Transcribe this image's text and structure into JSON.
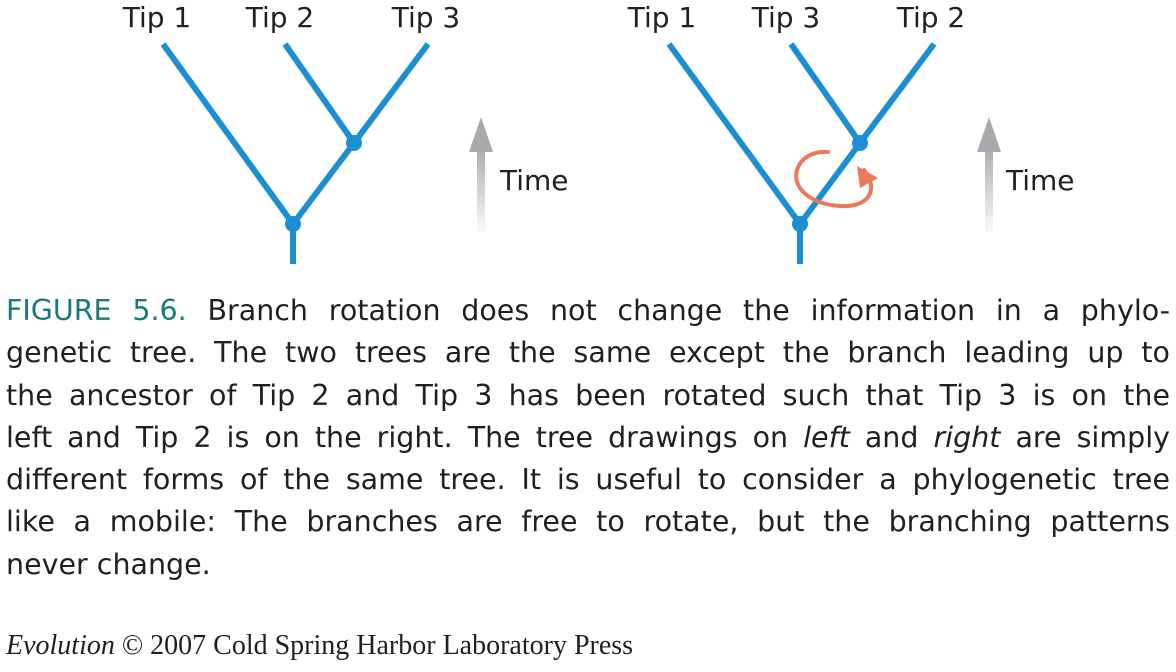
{
  "left_tree": {
    "tips": [
      "Tip 1",
      "Tip 2",
      "Tip 3"
    ]
  },
  "right_tree": {
    "tips": [
      "Tip 1",
      "Tip 3",
      "Tip 2"
    ]
  },
  "time_label": "Time",
  "caption": {
    "figure_label": "FIGURE 5.6.",
    "line1_rest": " Branch rotation does not change the information in a phylo-",
    "line2": "genetic tree. The two trees are the same except the branch leading up to",
    "line3": "the ancestor of Tip 2 and Tip 3 has been rotated such that Tip 3 is on the",
    "line4_a": "left and Tip 2 is on the right. The tree drawings on ",
    "line4_left": "left",
    "line4_b": " and ",
    "line4_right": "right",
    "line4_c": " are simply",
    "line5": "different forms of the same tree. It is useful to consider a phylogenetic tree",
    "line6": "like a mobile: The branches are free to rotate, but the branching patterns",
    "line7": "never change."
  },
  "credit": {
    "title": "Evolution",
    "rest": " © 2007 Cold Spring Harbor Laboratory Press"
  },
  "colors": {
    "branch": "#1b8fd2",
    "rotation_arrow": "#ec7a5a",
    "time_arrow": "#a7a9ac",
    "figure_label": "#1a7a78"
  }
}
